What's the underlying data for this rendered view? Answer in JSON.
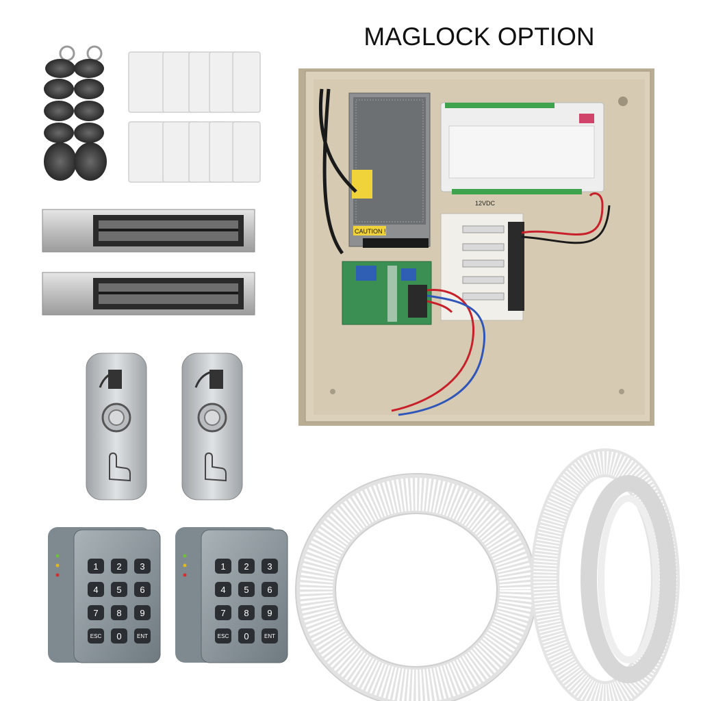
{
  "page": {
    "title": "MAGLOCK OPTION"
  },
  "panel": {
    "power_label": "12VDC",
    "caution_label": "CAUTION !"
  },
  "keypads": {
    "keys": [
      "1",
      "2",
      "3",
      "4",
      "5",
      "6",
      "7",
      "8",
      "9",
      "ESC",
      "0",
      "ENT"
    ]
  },
  "colors": {
    "enclosure": "#d8ccb3",
    "enclosure_dark": "#b5a88f",
    "wire_red": "#c8202a",
    "wire_blue": "#2f55b8",
    "keypad_body": "#8d989c",
    "cable": "#f4f4f4"
  }
}
